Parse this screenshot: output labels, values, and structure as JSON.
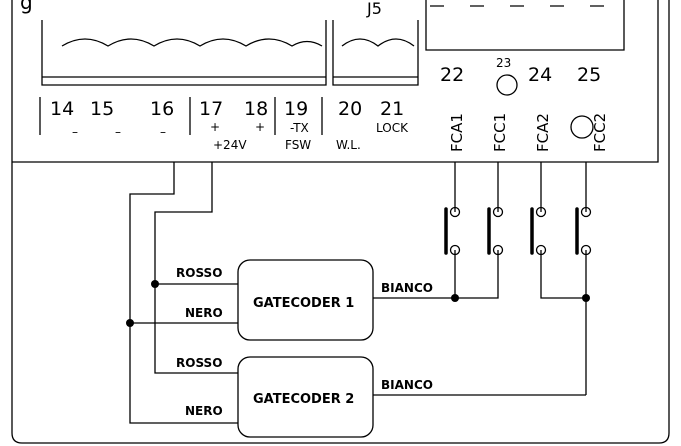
{
  "connector_label": "J5",
  "top_left_glyph": "g",
  "terminals_left": [
    {
      "num": "14",
      "sign": "–"
    },
    {
      "num": "15",
      "sign": "–"
    },
    {
      "num": "16",
      "sign": "–"
    },
    {
      "num": "17",
      "sign": "+"
    },
    {
      "num": "18",
      "sign": "+"
    },
    {
      "num": "19",
      "sign": "-TX"
    },
    {
      "num": "20",
      "sign": ""
    },
    {
      "num": "21",
      "sign": "LOCK"
    }
  ],
  "label_24v": "+24V",
  "label_fsw": "FSW",
  "label_wl": "W.L.",
  "terminals_right": [
    "22",
    "24",
    "25"
  ],
  "terminal_23": "23",
  "limit_switch_labels": [
    "FCA1",
    "FCC1",
    "FCA2",
    "FCC2"
  ],
  "gatecoder1": {
    "title": "GATECODER 1",
    "wire_rosso": "ROSSO",
    "wire_nero": "NERO",
    "wire_bianco": "BIANCO"
  },
  "gatecoder2": {
    "title": "GATECODER 2",
    "wire_rosso": "ROSSO",
    "wire_nero": "NERO",
    "wire_bianco": "BIANCO"
  }
}
